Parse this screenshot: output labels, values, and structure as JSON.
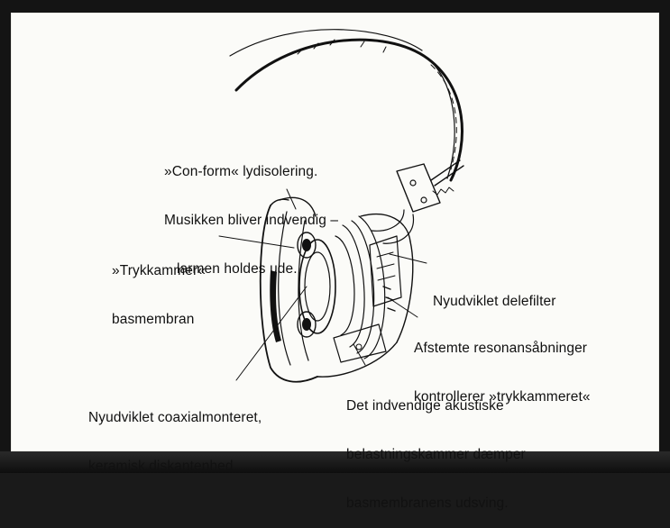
{
  "labels": {
    "conform": [
      "»Con-form« lydisolering.",
      "Musikken bliver indvendig –",
      "larmen holdes ude."
    ],
    "trykkammer": [
      "»Trykkammer«",
      "basmembran"
    ],
    "delefilter": [
      "Nyudviklet delefilter"
    ],
    "resonans": [
      "Afstemte resonansåbninger",
      "kontrollerer »trykkammeret«"
    ],
    "coaxial": [
      "Nyudviklet coaxialmonteret,",
      "keramisk diskantenhed"
    ],
    "belastning": [
      "Det indvendige akustiske",
      "belastningskammer dæmper",
      "basmembranens udsving."
    ]
  }
}
